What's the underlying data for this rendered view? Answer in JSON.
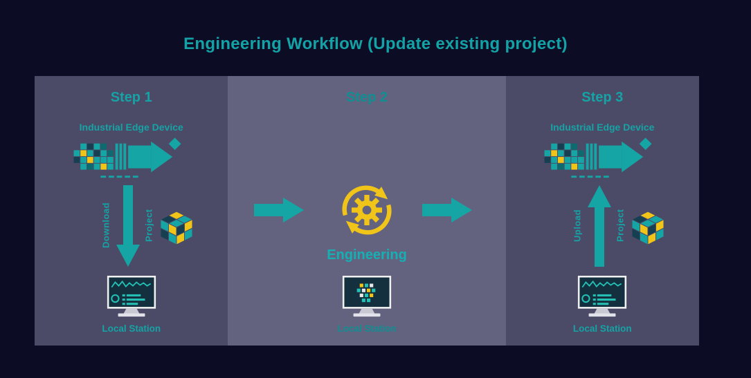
{
  "title": "Engineering Workflow (Update existing project)",
  "colors": {
    "background": "#0c0c24",
    "teal_accent": "#15a3a5",
    "yellow_accent": "#f0c419",
    "panel_dark": "#4b4b67",
    "panel_light": "#63637f"
  },
  "steps": [
    {
      "label": "Step 1",
      "device_label": "Industrial Edge Device",
      "transfer_direction_label": "Download",
      "transfer_object_label": "Project",
      "station_label": "Local Station"
    },
    {
      "label": "Step 2",
      "activity_label": "Engineering",
      "station_label": "Local Station"
    },
    {
      "label": "Step 3",
      "device_label": "Industrial Edge Device",
      "transfer_direction_label": "Upload",
      "transfer_object_label": "Project",
      "station_label": "Local Station"
    }
  ]
}
